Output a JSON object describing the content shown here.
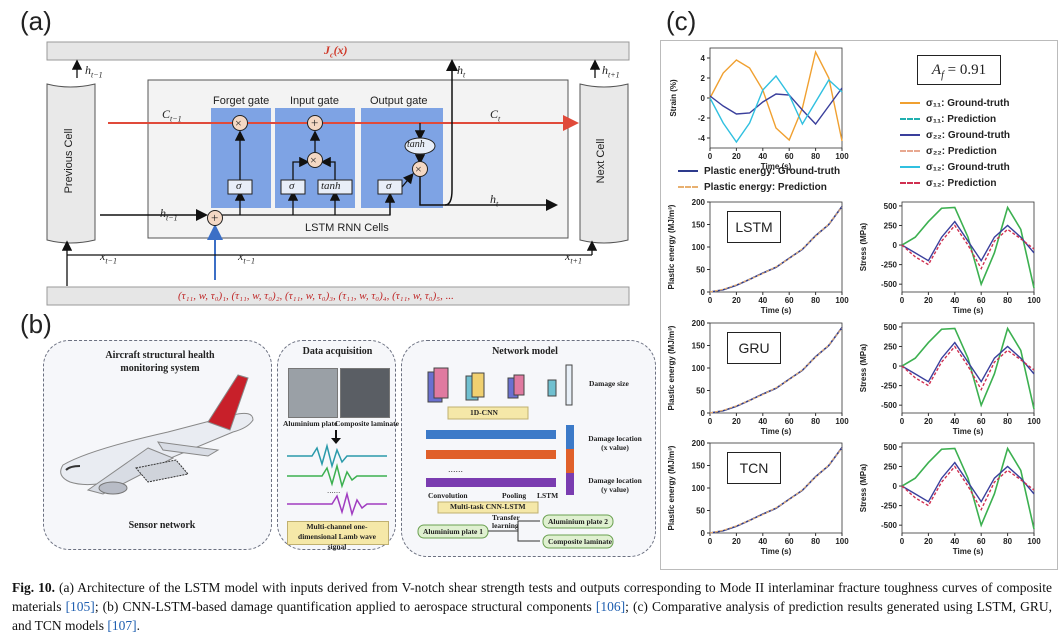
{
  "panels": {
    "a": {
      "label": "(a)",
      "jc": "Jс(x)",
      "jc_main": "J",
      "jc_sub": "c",
      "jc_arg": "(x)",
      "previous_cell": "Previous Cell",
      "next_cell": "Next Cell",
      "forget_gate": "Forget gate",
      "input_gate": "Input gate",
      "output_gate": "Output gate",
      "lstm_cells": "LSTM RNN Cells",
      "ops": {
        "mult": "×",
        "add": "+",
        "sigma": "σ",
        "tanh": "tanh"
      },
      "vars": {
        "h_prev": "h",
        "h_prev_sub": "t−1",
        "h_next": "h",
        "h_next_sub": "t+1",
        "h_t": "h",
        "h_t_sub": "t",
        "c_prev": "C",
        "c_prev_sub": "t−1",
        "c_t": "C",
        "c_t_sub": "t",
        "x_prev": "x",
        "x_prev_sub": "t−1",
        "x_next": "x",
        "x_next_sub": "t+1"
      },
      "input_sequence": "(τ₁₁, w, τ₀)₁, (τ₁₁, w, τ₀)₂, (τ₁₁, w, τ₀)₃, (τ₁₁, w, τ₀)₄, (τ₁₁, w, τ₀)₅, ..."
    },
    "b": {
      "label": "(b)",
      "aircraft_title": "Aircraft structural health monitoring system",
      "sensor_network": "Sensor network",
      "data_title": "Data acquisition",
      "aluminium_plate": "Aluminium plate",
      "composite_laminate": "Composite laminate",
      "signal_label": "Multi-channel one-dimensional Lamb wave signal",
      "network_title": "Network model",
      "damage_size": "Damage size",
      "cnn_1d": "1D-CNN",
      "damage_loc_x": "Damage location (x value)",
      "damage_loc_y": "Damage location (y value)",
      "convolution": "Convolution",
      "pooling": "Pooling",
      "lstm": "LSTM",
      "multitask": "Multi-task CNN-LSTM",
      "aluminium_plate_1": "Aluminium plate 1",
      "transfer_learning": "Transfer learning",
      "aluminium_plate_2": "Aluminium plate 2",
      "composite_laminate_2": "Composite laminate"
    },
    "c": {
      "label": "(c)",
      "af": "A",
      "af_sub": "f",
      "af_value": "= 0.91",
      "strain_ylabel": "Strain (%)",
      "time_xlabel": "Time (s)",
      "plastic_ylabel": "Plastic energy (MJ/m³)",
      "stress_ylabel": "Stress (MPa)",
      "models": [
        "LSTM",
        "GRU",
        "TCN"
      ],
      "legend_left": [
        {
          "name": "Plastic energy: Ground-truth",
          "color": "#2d3a8c",
          "dash": false
        },
        {
          "name": "Plastic energy: Prediction",
          "color": "#e8b070",
          "dash": true
        }
      ],
      "legend_right": [
        {
          "name": "σ₁₁: Ground-truth",
          "color": "#f0a030",
          "dash": false
        },
        {
          "name": "σ₁₁: Prediction",
          "color": "#20b0b0",
          "dash": true
        },
        {
          "name": "σ₂₂: Ground-truth",
          "color": "#3a3f9c",
          "dash": false
        },
        {
          "name": "σ₂₂: Prediction",
          "color": "#e8a890",
          "dash": true
        },
        {
          "name": "σ₁₂: Ground-truth",
          "color": "#30c0e0",
          "dash": false
        },
        {
          "name": "σ₁₂: Prediction",
          "color": "#d03050",
          "dash": true
        }
      ]
    }
  },
  "chart_data": [
    {
      "type": "line",
      "title": "",
      "xlabel": "Time (s)",
      "ylabel": "Strain (%)",
      "xlim": [
        0,
        100
      ],
      "ylim": [
        -5,
        5
      ],
      "xticks": [
        0,
        20,
        40,
        60,
        80,
        100
      ],
      "yticks": [
        -4,
        -2,
        0,
        2,
        4
      ],
      "series": [
        {
          "name": "orange",
          "color": "#f0a030",
          "x": [
            0,
            10,
            20,
            30,
            40,
            50,
            60,
            70,
            80,
            90,
            100
          ],
          "y": [
            0,
            2.5,
            3.8,
            3.0,
            0.8,
            -3.0,
            -4.2,
            -1.0,
            4.6,
            2.0,
            -4.3
          ]
        },
        {
          "name": "blue",
          "color": "#3a3f9c",
          "x": [
            0,
            10,
            20,
            30,
            40,
            50,
            60,
            70,
            80,
            90,
            100
          ],
          "y": [
            0.2,
            -0.8,
            -1.6,
            -1.5,
            -0.4,
            0.4,
            0.3,
            -1.2,
            -2.6,
            -0.8,
            1.0
          ]
        },
        {
          "name": "cyan",
          "color": "#30c0e0",
          "x": [
            0,
            10,
            20,
            30,
            40,
            50,
            60,
            70,
            80,
            90,
            100
          ],
          "y": [
            0,
            -2.5,
            -4.4,
            -2.5,
            0.8,
            2.2,
            0.3,
            -2.6,
            -0.4,
            1.8,
            0.6
          ]
        }
      ]
    },
    {
      "type": "line",
      "xlabel": "Time (s)",
      "ylabel": "Plastic energy (MJ/m³)",
      "xlim": [
        0,
        100
      ],
      "ylim": [
        0,
        200
      ],
      "xticks": [
        0,
        20,
        40,
        60,
        80,
        100
      ],
      "yticks": [
        0,
        50,
        100,
        150,
        200
      ],
      "panels": [
        "LSTM",
        "GRU",
        "TCN"
      ],
      "series": [
        {
          "name": "Plastic energy: Ground-truth",
          "x": [
            0,
            10,
            20,
            30,
            40,
            50,
            60,
            70,
            80,
            90,
            100
          ],
          "y": [
            0,
            5,
            15,
            28,
            42,
            55,
            75,
            95,
            125,
            150,
            190
          ]
        },
        {
          "name": "Plastic energy: Prediction",
          "x": [
            0,
            10,
            20,
            30,
            40,
            50,
            60,
            70,
            80,
            90,
            100
          ],
          "y": [
            0,
            6,
            16,
            28,
            41,
            56,
            74,
            96,
            124,
            151,
            189
          ]
        }
      ]
    },
    {
      "type": "line",
      "xlabel": "Time (s)",
      "ylabel": "Stress (MPa)",
      "xlim": [
        0,
        100
      ],
      "ylim": [
        -600,
        550
      ],
      "xticks": [
        0,
        20,
        40,
        60,
        80,
        100
      ],
      "yticks": [
        -500,
        -250,
        0,
        250,
        500
      ],
      "panels": [
        "LSTM",
        "GRU",
        "TCN"
      ],
      "series": [
        {
          "name": "σ11",
          "color": "#3cb050",
          "x": [
            0,
            10,
            20,
            30,
            40,
            50,
            60,
            70,
            80,
            90,
            100
          ],
          "y": [
            0,
            100,
            300,
            470,
            480,
            100,
            -500,
            -100,
            480,
            200,
            -550
          ]
        },
        {
          "name": "σ22",
          "color": "#3a3f9c",
          "x": [
            0,
            10,
            20,
            30,
            40,
            50,
            60,
            70,
            80,
            90,
            100
          ],
          "y": [
            0,
            -100,
            -200,
            100,
            300,
            50,
            -200,
            100,
            250,
            100,
            -100
          ]
        },
        {
          "name": "σ12",
          "color": "#d03050",
          "x": [
            0,
            10,
            20,
            30,
            40,
            50,
            60,
            70,
            80,
            90,
            100
          ],
          "y": [
            0,
            -150,
            -250,
            50,
            250,
            0,
            -300,
            50,
            200,
            80,
            -50
          ]
        }
      ]
    }
  ],
  "caption": {
    "fig": "Fig. 10.",
    "text_1": " (a) Architecture of the LSTM model with inputs derived from V-notch shear strength tests and outputs corresponding to Mode II interlaminar fracture toughness curves of composite materials ",
    "ref_1": "[105]",
    "text_2": "; (b) CNN-LSTM-based damage quantification applied to aerospace structural components ",
    "ref_2": "[106]",
    "text_3": "; (c) Comparative analysis of prediction results generated using LSTM, GRU, and TCN models ",
    "ref_3": "[107]",
    "text_4": "."
  }
}
